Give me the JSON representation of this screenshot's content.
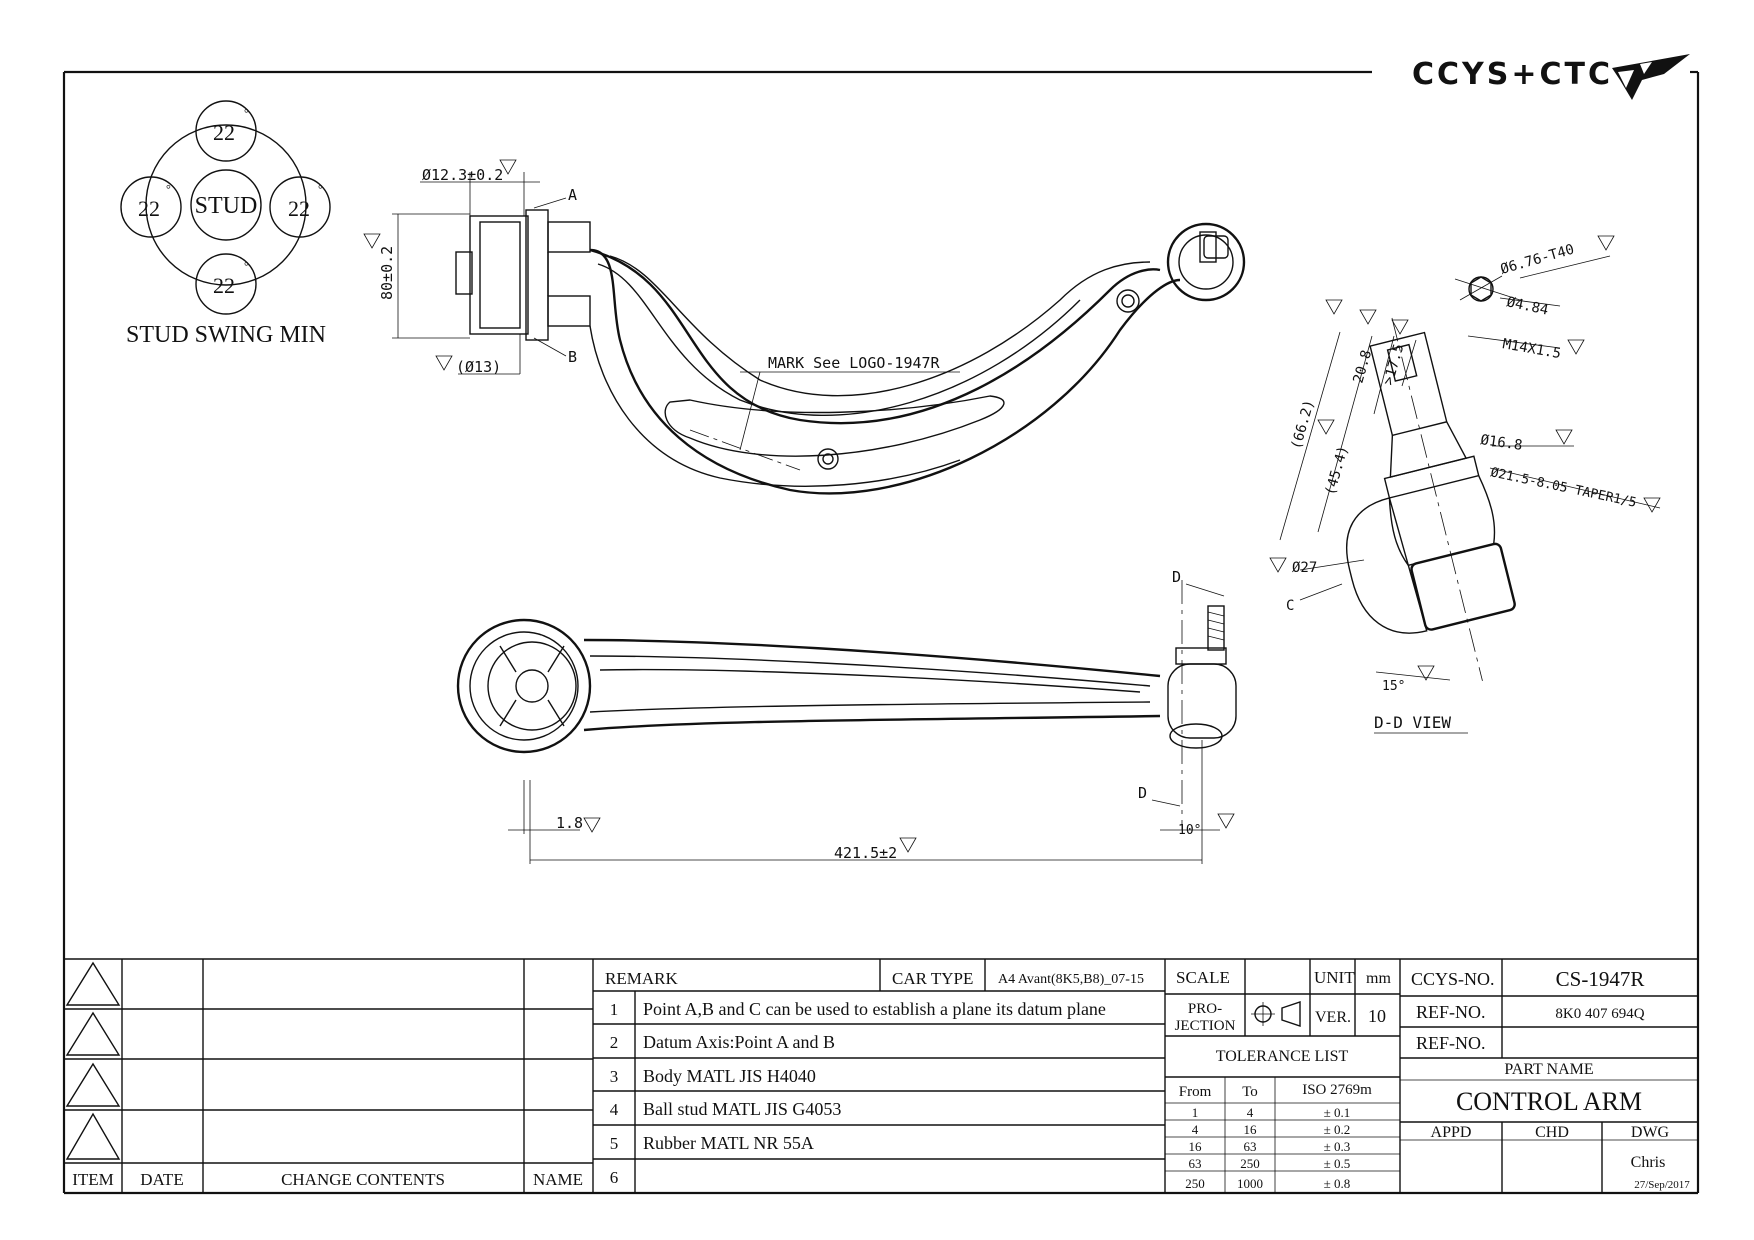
{
  "logo": {
    "text": "CCYS+CTC",
    "brand_color": "#111111"
  },
  "stud_swing": {
    "center": "STUD",
    "angles": [
      "22",
      "22",
      "22",
      "22"
    ],
    "degree_mark": "°",
    "caption": "STUD SWING MIN"
  },
  "top_view": {
    "dim_bushing_dia": "Ø12.3±0.2",
    "dim_height": "80±0.2",
    "dim_bore": "(Ø13)",
    "point_a": "A",
    "point_b": "B",
    "mark_note": "MARK See LOGO-1947R"
  },
  "side_view": {
    "dim_offset": "1.8",
    "dim_length": "421.5±2",
    "dim_angle": "10°",
    "section_d_top": "D",
    "section_d_bottom": "D"
  },
  "section_view": {
    "dim_taper_hex": "Ø6.76-T40",
    "dim_small": "Ø4.84",
    "dim_thread": "M14X1.5",
    "dim_208": "20.8",
    "dim_175": ">17.5",
    "dim_662": "(66.2)",
    "dim_454": "(45.4)",
    "dim_168": "Ø16.8",
    "dim_taper": "Ø21.5-8.05 TAPER1/5",
    "dim_27": "Ø27",
    "point_c": "C",
    "dim_angle": "15°",
    "title": "D-D VIEW"
  },
  "title_block": {
    "revision_headers": {
      "item": "ITEM",
      "date": "DATE",
      "change": "CHANGE CONTENTS",
      "name": "NAME"
    },
    "remark_label": "REMARK",
    "car_type_label": "CAR TYPE",
    "car_type_value": "A4 Avant(8K5,B8)_07-15",
    "remarks": [
      {
        "no": "1",
        "text": "Point A,B and C can be used to establish a plane its datum plane"
      },
      {
        "no": "2",
        "text": "Datum Axis:Point A and B"
      },
      {
        "no": "3",
        "text": "Body MATL JIS H4040"
      },
      {
        "no": "4",
        "text": "Ball stud MATL JIS G4053"
      },
      {
        "no": "5",
        "text": "Rubber MATL NR 55A"
      },
      {
        "no": "6",
        "text": ""
      }
    ],
    "scale_label": "SCALE",
    "unit_label": "UNIT",
    "unit_value": "mm",
    "projection_label_1": "PRO-",
    "projection_label_2": "JECTION",
    "ver_label": "VER.",
    "ver_value": "10",
    "tolerance_title": "TOLERANCE LIST",
    "tolerance_headers": {
      "from": "From",
      "to": "To",
      "iso": "ISO 2769m"
    },
    "tolerance_rows": [
      {
        "from": "1",
        "to": "4",
        "tol": "± 0.1"
      },
      {
        "from": "4",
        "to": "16",
        "tol": "± 0.2"
      },
      {
        "from": "16",
        "to": "63",
        "tol": "± 0.3"
      },
      {
        "from": "63",
        "to": "250",
        "tol": "± 0.5"
      },
      {
        "from": "250",
        "to": "1000",
        "tol": "± 0.8"
      }
    ],
    "ccys_no_label": "CCYS-NO.",
    "ccys_no_value": "CS-1947R",
    "ref_no_label": "REF-NO.",
    "ref_no_value": "8K0 407 694Q",
    "ref_no2_label": "REF-NO.",
    "ref_no2_value": "",
    "part_name_label": "PART NAME",
    "part_name_value": "CONTROL ARM",
    "appd_label": "APPD",
    "chd_label": "CHD",
    "dwg_label": "DWG",
    "dwg_name": "Chris",
    "dwg_date": "27/Sep/2017"
  }
}
